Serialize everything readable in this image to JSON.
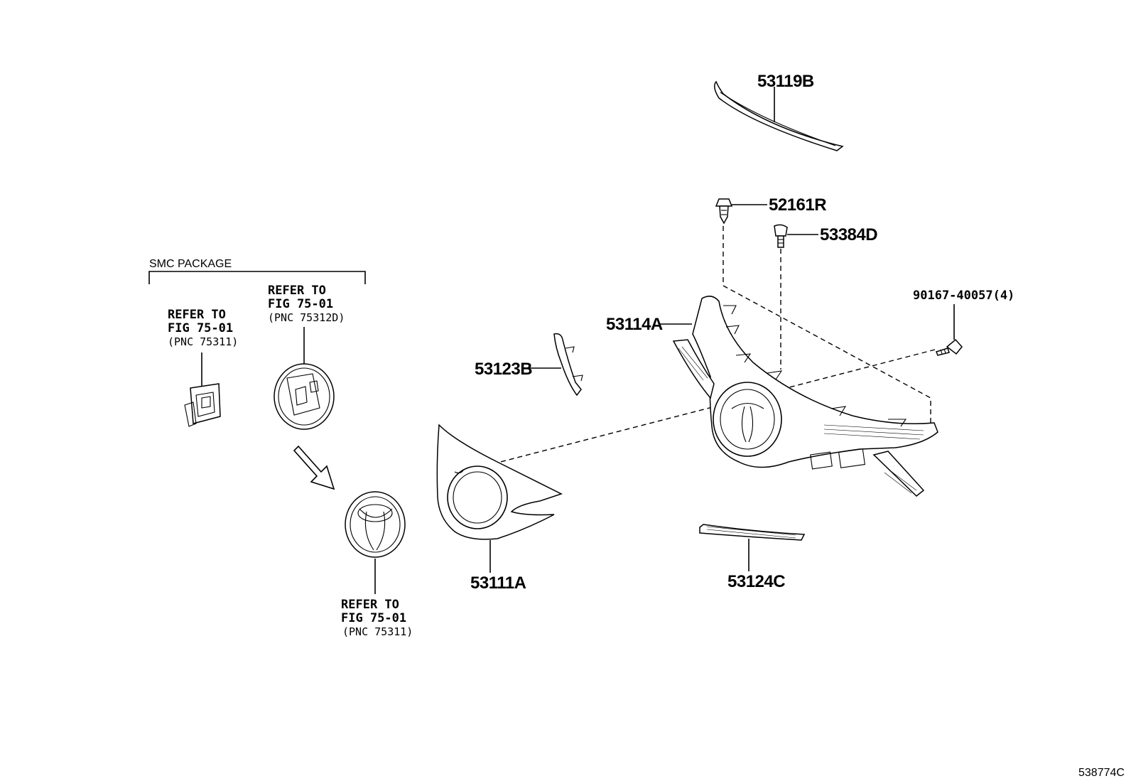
{
  "parts": {
    "p53119B": "53119B",
    "p52161R": "52161R",
    "p53384D": "53384D",
    "p90167": "90167-40057(4)",
    "p53114A": "53114A",
    "p53123B": "53123B",
    "p53111A": "53111A",
    "p53124C": "53124C"
  },
  "package": {
    "label": "SMC PACKAGE"
  },
  "refs": {
    "left": {
      "line1": "REFER TO",
      "line2": "FIG 75-01",
      "pnc": "(PNC 75311)"
    },
    "middle": {
      "line1": "REFER TO",
      "line2": "FIG 75-01",
      "pnc": "(PNC 75312D)"
    },
    "bottom": {
      "line1": "REFER TO",
      "line2": "FIG 75-01",
      "pnc": "(PNC 75311)"
    }
  },
  "figure_id": "538774C"
}
